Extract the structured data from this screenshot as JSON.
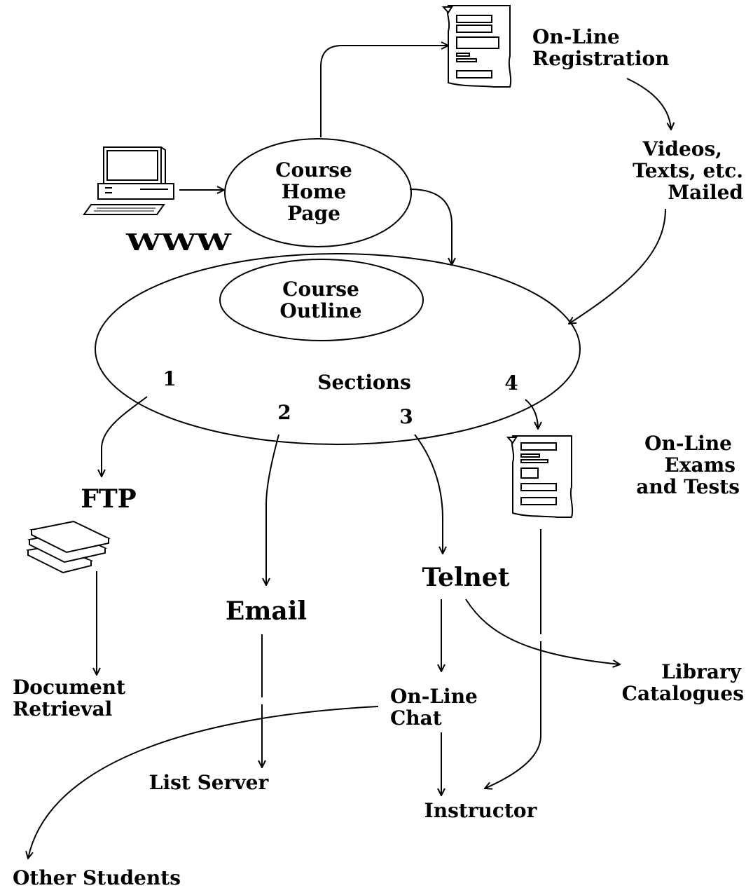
{
  "diagram": {
    "title": "",
    "nodes": {
      "www": "WWW",
      "course_home_page": [
        "Course",
        "Home",
        "Page"
      ],
      "online_registration": [
        "On-Line",
        "Registration"
      ],
      "videos_mailed": [
        "Videos,",
        "Texts, etc.",
        "Mailed"
      ],
      "course_outline": [
        "Course",
        "Outline"
      ],
      "sections": "Sections",
      "section_numbers": [
        "1",
        "2",
        "3",
        "4"
      ],
      "ftp": "FTP",
      "email": "Email",
      "telnet": "Telnet",
      "online_exams": [
        "On-Line",
        "Exams",
        "and Tests"
      ],
      "document_retrieval": [
        "Document",
        "Retrieval"
      ],
      "library_catalogues": [
        "Library",
        "Catalogues"
      ],
      "online_chat": [
        "On-Line",
        "Chat"
      ],
      "list_server": "List Server",
      "instructor": "Instructor",
      "other_students": "Other Students"
    },
    "icons": [
      "computer-icon",
      "registration-form-icon",
      "exam-form-icon",
      "book-stack-icon"
    ],
    "colors": {
      "ink": "#000000",
      "background": "#ffffff"
    }
  }
}
